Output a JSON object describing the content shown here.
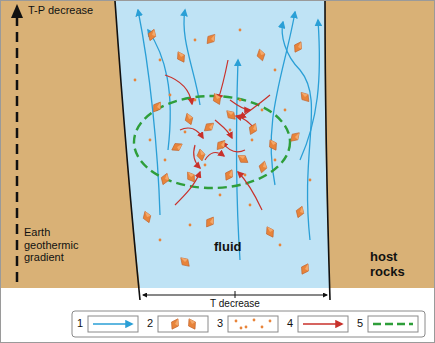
{
  "diagram": {
    "labels": [
      "T-P decrease",
      "Earth geothermic gradient",
      "T decrease",
      "fluid",
      "host rocks"
    ],
    "legend": [
      {
        "text": "1"
      },
      {
        "text": "2"
      },
      {
        "text": "3"
      },
      {
        "text": "4"
      },
      {
        "text": "5"
      }
    ]
  }
}
